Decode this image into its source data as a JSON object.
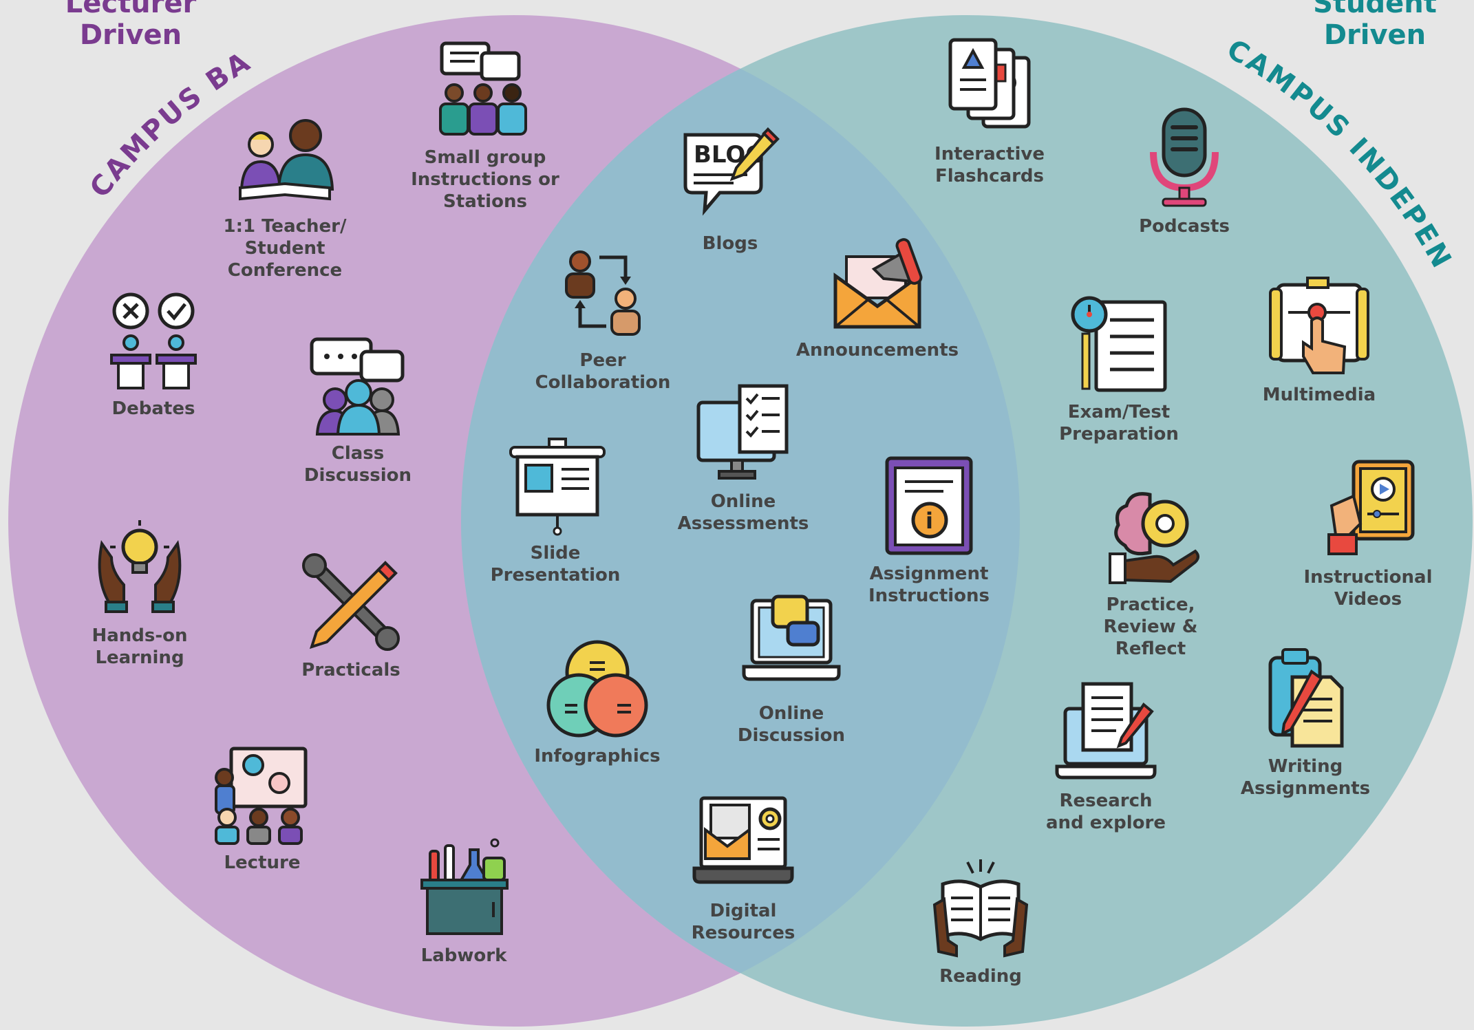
{
  "diagram": {
    "circles": {
      "left_color": "#c9a8d1",
      "right_color": "#9ec6c8",
      "overlap_color": "#93bccd"
    },
    "corner_labels": {
      "left": "Lecturer\nDriven",
      "right": "Student\nDriven",
      "left_color": "#7a3b8f",
      "right_color": "#138a8f"
    },
    "arc_labels": {
      "left": "CAMPUS BASED",
      "right": "CAMPUS INDEPENDENT"
    }
  },
  "items": {
    "small_group": {
      "label": "Small group\nInstructions or\nStations",
      "icon": "group-meeting-icon"
    },
    "teacher_conference": {
      "label": "1:1 Teacher/\nStudent\nConference",
      "icon": "conference-icon"
    },
    "debates": {
      "label": "Debates",
      "icon": "debate-icon"
    },
    "class_discussion": {
      "label": "Class\nDiscussion",
      "icon": "discussion-icon"
    },
    "hands_on": {
      "label": "Hands-on\nLearning",
      "icon": "lightbulb-hands-icon"
    },
    "practicals": {
      "label": "Practicals",
      "icon": "tools-icon"
    },
    "lecture": {
      "label": "Lecture",
      "icon": "lecture-icon"
    },
    "labwork": {
      "label": "Labwork",
      "icon": "lab-icon"
    },
    "blogs": {
      "label": "Blogs",
      "icon": "blog-icon"
    },
    "peer_collab": {
      "label": "Peer\nCollaboration",
      "icon": "peer-icon"
    },
    "announcements": {
      "label": "Announcements",
      "icon": "megaphone-envelope-icon"
    },
    "online_assessments": {
      "label": "Online\nAssessments",
      "icon": "monitor-checklist-icon"
    },
    "slide_presentation": {
      "label": "Slide\nPresentation",
      "icon": "presentation-board-icon"
    },
    "assignment_instructions": {
      "label": "Assignment\nInstructions",
      "icon": "info-clipboard-icon"
    },
    "online_discussion": {
      "label": "Online\nDiscussion",
      "icon": "laptop-chat-icon"
    },
    "infographics": {
      "label": "Infographics",
      "icon": "venn-icon"
    },
    "digital_resources": {
      "label": "Digital\nResources",
      "icon": "laptop-mail-icon"
    },
    "flashcards": {
      "label": "Interactive\nFlashcards",
      "icon": "flashcards-icon"
    },
    "podcasts": {
      "label": "Podcasts",
      "icon": "microphone-icon"
    },
    "exam_prep": {
      "label": "Exam/Test\nPreparation",
      "icon": "exam-icon"
    },
    "multimedia": {
      "label": "Multimedia",
      "icon": "touch-screen-icon"
    },
    "practice_reflect": {
      "label": "Practice,\nReview &\nReflect",
      "icon": "brain-gear-icon"
    },
    "instructional_videos": {
      "label": "Instructional\nVideos",
      "icon": "tablet-video-icon"
    },
    "research": {
      "label": "Research\nand explore",
      "icon": "laptop-document-icon"
    },
    "writing": {
      "label": "Writing\nAssignments",
      "icon": "clipboard-pencil-icon"
    },
    "reading": {
      "label": "Reading",
      "icon": "open-book-icon"
    }
  }
}
